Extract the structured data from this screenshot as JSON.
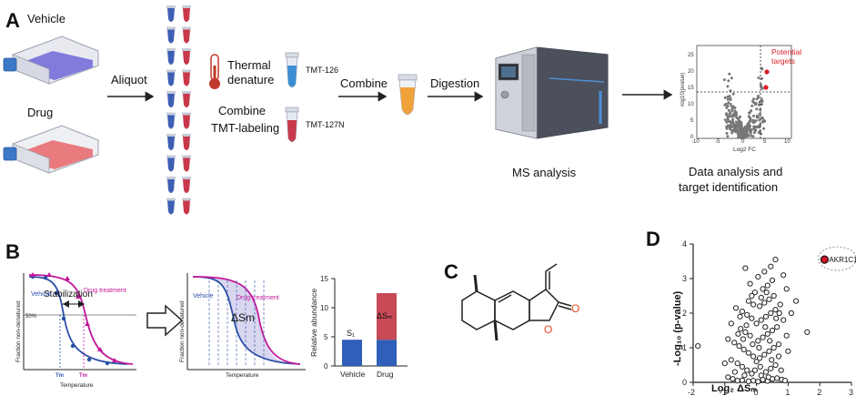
{
  "panel_a": {
    "label": "A",
    "vehicle": "Vehicle",
    "drug": "Drug",
    "aliquot": "Aliquot",
    "thermal_1": "Thermal",
    "thermal_2": "denature",
    "combine_1": "Combine",
    "tmt_labeling": "TMT-labeling",
    "tmt126": "TMT-126",
    "tmt127n": "TMT-127N",
    "combine_2": "Combine",
    "digestion": "Digestion",
    "ms_analysis": "MS analysis",
    "data_1": "Data analysis and",
    "data_2": "target identification",
    "volcano": {
      "potential_1": "Potential",
      "potential_2": "targets",
      "xlabel": "Log2 FC",
      "ylabel": "-log10(pvalue)",
      "xticks": [
        "-10",
        "-5",
        "0",
        "5",
        "10"
      ],
      "yticks": [
        "0",
        "5",
        "10",
        "15",
        "20",
        "25"
      ]
    },
    "colors": {
      "vehicle": "#3f5fb5",
      "drug": "#c8384a",
      "accent": "#d81f26",
      "tube_blue": "#3b8fd2",
      "tube_orange": "#f1a13a"
    }
  },
  "panel_b": {
    "label": "B",
    "ylabel": "Fraction non-denatured",
    "xlabel": "Temperature",
    "vehicle": "Vehicle",
    "drug_treatment": "Drug treatment",
    "stabilization": "Stabilization",
    "p50": "50%",
    "tm1": "Tm",
    "tm2": "Tm",
    "ylabel2": "Fraction non-denatured",
    "xlabel2": "Temperature",
    "vehicle2": "Vehicle",
    "drug_treatment2": "Drug treatment",
    "delta_label": "ΔSm",
    "bar_chart": {
      "ylabel": "Relative abundance",
      "categories": [
        "Vehicle",
        "Drug"
      ],
      "yticks": [
        "0",
        "5",
        "10",
        "15"
      ],
      "s1": "S₁",
      "dsm": "ΔSₘ",
      "base_value": 4.5,
      "drug_delta": 8
    },
    "colors": {
      "blue": "#2b4ea7",
      "magenta": "#c2189a",
      "bar_blue": "#2f5fb8",
      "bar_red": "#c74a56",
      "shade": "#b9b6e4"
    }
  },
  "panel_c": {
    "label": "C",
    "colors": {
      "oxygen": "#e8451e"
    }
  },
  "panel_d": {
    "label": "D",
    "highlight_label": "AKR1C1",
    "highlight_color": "#d1142b"
  },
  "chart_data": {
    "type": "scatter",
    "xlabel": "Log₂ ΔSₘ",
    "ylabel": "-Log₁₀ (p-value)",
    "xlim": [
      -2,
      3
    ],
    "ylim": [
      0,
      4
    ],
    "xticks": [
      "-2",
      "-1",
      "0",
      "1",
      "2",
      "3"
    ],
    "yticks": [
      "0",
      "1",
      "2",
      "3",
      "4"
    ],
    "highlight": {
      "label": "AKR1C1",
      "x": 2.15,
      "y": 3.55
    },
    "points": [
      [
        -0.1,
        0.05
      ],
      [
        0.05,
        0.02
      ],
      [
        0.2,
        0.08
      ],
      [
        -0.25,
        0.03
      ],
      [
        0.35,
        0.04
      ],
      [
        -0.45,
        0.06
      ],
      [
        0.5,
        0.1
      ],
      [
        -0.6,
        0.05
      ],
      [
        0.65,
        0.12
      ],
      [
        -0.75,
        0.1
      ],
      [
        0.8,
        0.08
      ],
      [
        -0.9,
        0.15
      ],
      [
        0.9,
        0.05
      ],
      [
        0.15,
        0.2
      ],
      [
        -0.15,
        0.25
      ],
      [
        0.3,
        0.3
      ],
      [
        -0.3,
        0.35
      ],
      [
        0.45,
        0.4
      ],
      [
        -0.45,
        0.45
      ],
      [
        0.6,
        0.5
      ],
      [
        -0.6,
        0.55
      ],
      [
        0.0,
        0.6
      ],
      [
        0.1,
        0.7
      ],
      [
        -0.1,
        0.75
      ],
      [
        0.25,
        0.8
      ],
      [
        -0.25,
        0.85
      ],
      [
        0.4,
        0.9
      ],
      [
        -0.4,
        0.95
      ],
      [
        0.55,
        1.0
      ],
      [
        -0.55,
        1.05
      ],
      [
        0.7,
        1.1
      ],
      [
        -0.7,
        1.15
      ],
      [
        0.05,
        1.2
      ],
      [
        0.2,
        1.3
      ],
      [
        -0.2,
        1.35
      ],
      [
        0.35,
        1.4
      ],
      [
        -0.35,
        1.45
      ],
      [
        0.5,
        1.5
      ],
      [
        -0.5,
        1.55
      ],
      [
        0.65,
        1.6
      ],
      [
        0.0,
        1.7
      ],
      [
        0.15,
        1.8
      ],
      [
        -0.15,
        1.85
      ],
      [
        0.3,
        1.9
      ],
      [
        -0.3,
        1.95
      ],
      [
        0.45,
        2.0
      ],
      [
        -0.45,
        2.05
      ],
      [
        0.6,
        2.1
      ],
      [
        0.1,
        2.2
      ],
      [
        -0.1,
        2.25
      ],
      [
        0.25,
        2.3
      ],
      [
        -0.25,
        2.35
      ],
      [
        0.4,
        2.4
      ],
      [
        0.55,
        2.5
      ],
      [
        -0.05,
        2.6
      ],
      [
        0.2,
        2.7
      ],
      [
        0.35,
        2.8
      ],
      [
        -0.2,
        2.85
      ],
      [
        0.5,
        2.95
      ],
      [
        0.05,
        3.05
      ],
      [
        0.25,
        3.2
      ],
      [
        0.45,
        3.35
      ],
      [
        -0.35,
        3.3
      ],
      [
        0.6,
        3.55
      ],
      [
        0.85,
        3.1
      ],
      [
        0.95,
        2.7
      ],
      [
        1.1,
        2.0
      ],
      [
        1.25,
        2.35
      ],
      [
        1.6,
        1.45
      ],
      [
        -1.85,
        1.05
      ],
      [
        0.75,
        2.25
      ],
      [
        -0.65,
        2.15
      ],
      [
        0.85,
        1.8
      ],
      [
        -0.8,
        1.7
      ],
      [
        0.95,
        1.35
      ],
      [
        -0.9,
        1.25
      ],
      [
        0.7,
        0.75
      ],
      [
        -0.8,
        0.65
      ],
      [
        1.0,
        0.9
      ],
      [
        -1.0,
        0.55
      ],
      [
        0.12,
        0.45
      ],
      [
        -0.05,
        0.35
      ],
      [
        0.38,
        0.15
      ],
      [
        -0.38,
        0.2
      ],
      [
        0.78,
        0.35
      ],
      [
        -0.68,
        0.3
      ],
      [
        0.08,
        1.0
      ],
      [
        -0.12,
        1.1
      ],
      [
        0.42,
        1.2
      ],
      [
        -0.42,
        1.25
      ],
      [
        0.28,
        1.6
      ],
      [
        -0.32,
        1.65
      ],
      [
        0.62,
        1.85
      ],
      [
        -0.52,
        1.9
      ],
      [
        0.15,
        2.45
      ],
      [
        -0.15,
        2.5
      ],
      [
        0.32,
        2.6
      ],
      [
        0.72,
        2.0
      ],
      [
        -0.58,
        1.4
      ],
      [
        0.48,
        0.65
      ]
    ]
  }
}
